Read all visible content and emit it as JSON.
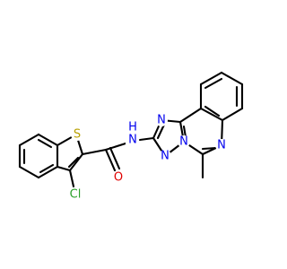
{
  "atoms": {
    "S": {
      "text": "S",
      "color": "#b8a000"
    },
    "Cl": {
      "text": "Cl",
      "color": "#2aa02a"
    },
    "O": {
      "text": "O",
      "color": "#e00000"
    },
    "NH": {
      "text": "N",
      "color": "#0000ee"
    },
    "H": {
      "text": "H",
      "color": "#0000ee"
    },
    "N_triazole_top": {
      "text": "N",
      "color": "#0000ee"
    },
    "N_triazole_bottom": {
      "text": "N",
      "color": "#0000ee"
    },
    "N_bridge": {
      "text": "N",
      "color": "#0000ee"
    },
    "N_quinazoline": {
      "text": "N",
      "color": "#0000ee"
    }
  }
}
